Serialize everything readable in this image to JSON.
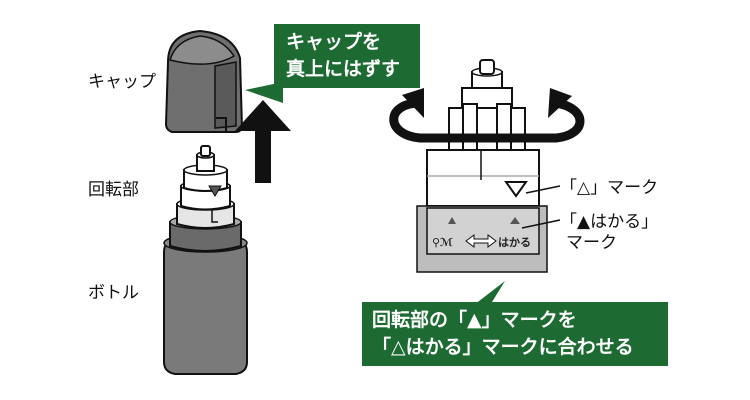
{
  "labels": {
    "cap": "キャップ",
    "rotating_part": "回転部",
    "bottle": "ボトル",
    "triangle_mark": "「△」マーク",
    "hakaru_mark_line1": "「▲はかる」",
    "hakaru_mark_line2": "マーク"
  },
  "callouts": {
    "remove_cap": [
      "キャップを",
      "真上にはずす"
    ],
    "align_marks": [
      "回転部の「▲」マークを",
      "「△はかる」マークに合わせる"
    ]
  },
  "ring_text": {
    "left": "⚲ℳ",
    "right": "はかる"
  },
  "colors": {
    "callout_green": "#1d6b32",
    "bottle_gray": "#7a7a7a",
    "light_gray": "#d2d2d2"
  },
  "icons": [
    "up-arrow-icon",
    "rotation-arrow-icon",
    "double-arrow-icon",
    "triangle-mark-icon"
  ]
}
